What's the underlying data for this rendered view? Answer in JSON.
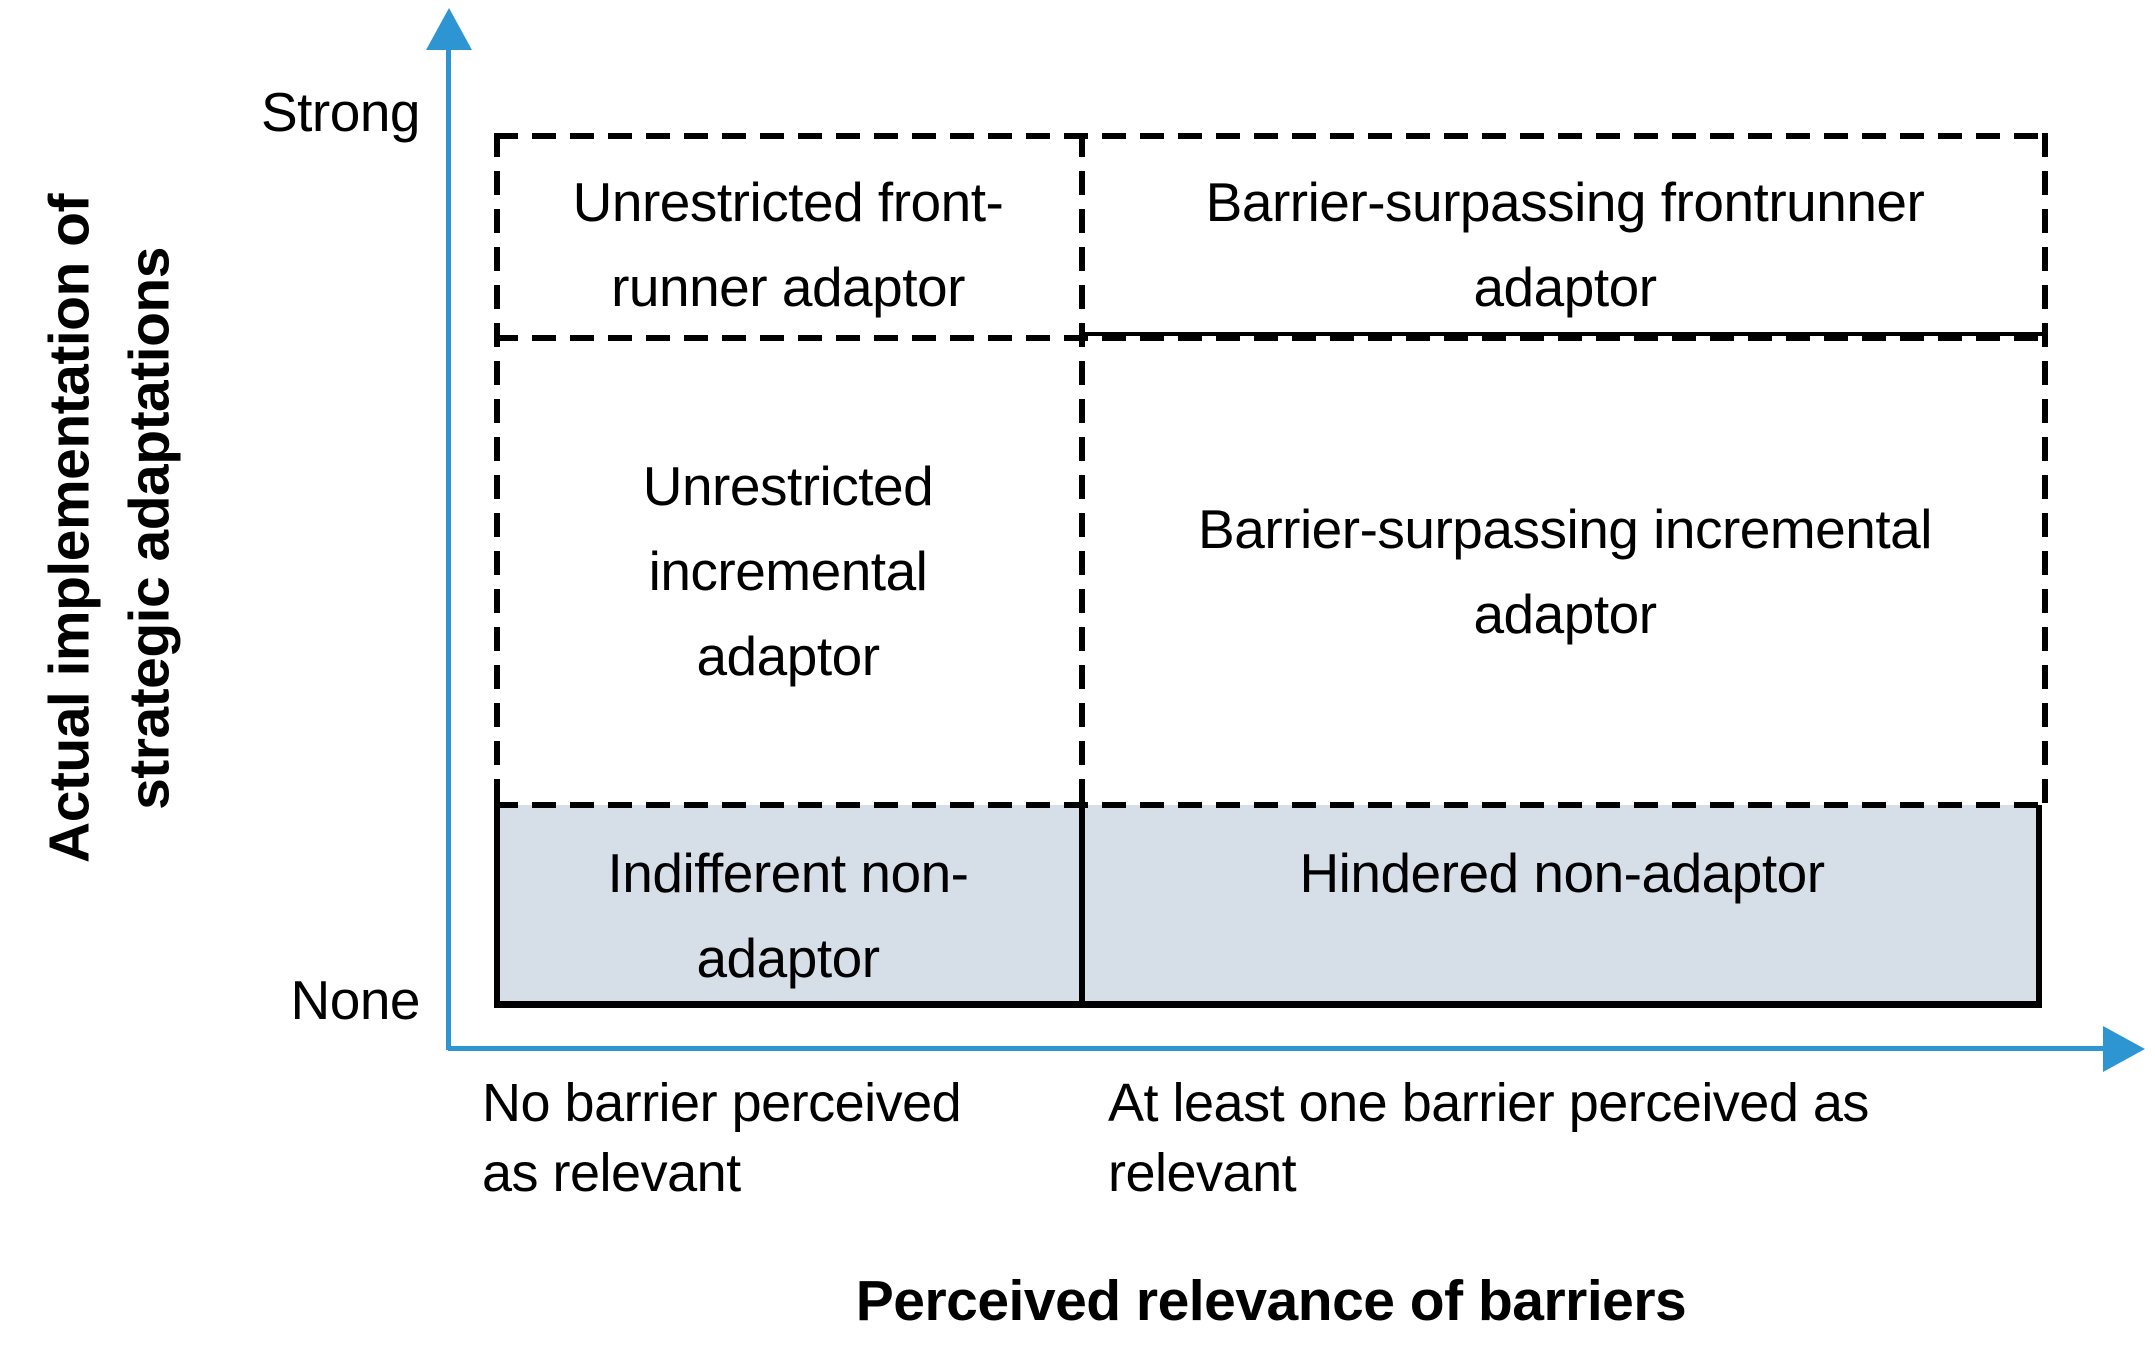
{
  "colors": {
    "axis_blue": "#2D96D2",
    "cell_shade": "#D6DEE8",
    "line_black": "#000000"
  },
  "y_axis": {
    "title_lines": [
      "Actual implementation of",
      "strategic adaptations"
    ],
    "max_label": "Strong",
    "min_label": "None"
  },
  "x_axis": {
    "title": "Perceived relevance of barriers",
    "left_label_lines": [
      "No barrier perceived",
      "as relevant"
    ],
    "right_label_lines": [
      "At least one barrier perceived as",
      "relevant"
    ]
  },
  "cells": {
    "top_left": {
      "lines": [
        "Unrestricted front-",
        "runner adaptor"
      ]
    },
    "top_right": {
      "lines": [
        "Barrier-surpassing frontrunner",
        "adaptor"
      ]
    },
    "middle_left": {
      "lines": [
        "Unrestricted",
        "incremental",
        "adaptor"
      ]
    },
    "middle_right": {
      "lines": [
        "Barrier-surpassing incremental",
        "adaptor"
      ]
    },
    "bottom_left": {
      "lines": [
        "Indifferent non-",
        "adaptor"
      ]
    },
    "bottom_right": {
      "lines": [
        "Hindered non-adaptor"
      ]
    }
  }
}
